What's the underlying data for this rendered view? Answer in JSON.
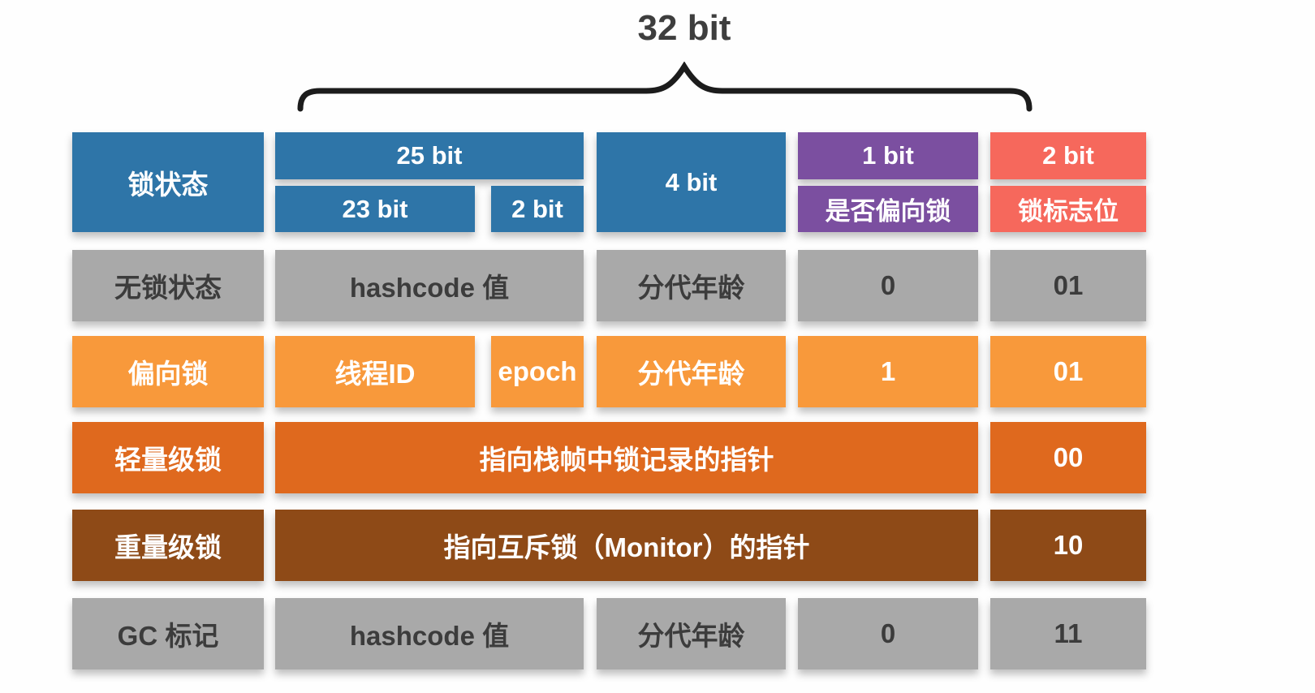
{
  "title": "32 bit",
  "header": {
    "lock_state": "锁状态",
    "bits_25": "25 bit",
    "bits_23": "23 bit",
    "bits_2": "2 bit",
    "bits_4": "4 bit",
    "bits_1": "1 bit",
    "biased_lock_label": "是否偏向锁",
    "flag_bits": "2 bit",
    "flag_label": "锁标志位"
  },
  "rows": [
    {
      "state": "无锁状态",
      "hashcode": "hashcode 值",
      "age": "分代年龄",
      "biased": "0",
      "flag": "01"
    },
    {
      "state": "偏向锁",
      "thread_id": "线程ID",
      "epoch": "epoch",
      "age": "分代年龄",
      "biased": "1",
      "flag": "01"
    },
    {
      "state": "轻量级锁",
      "pointer": "指向栈帧中锁记录的指针",
      "flag": "00"
    },
    {
      "state": "重量级锁",
      "pointer": "指向互斥锁（Monitor）的指针",
      "flag": "10"
    },
    {
      "state": "GC 标记",
      "hashcode": "hashcode 值",
      "age": "分代年龄",
      "biased": "0",
      "flag": "11"
    }
  ],
  "colors": {
    "header_blue": "#2E75A8",
    "biased_purple": "#7B4FA0",
    "flag_salmon": "#F6685C",
    "no_lock_gray": "#A9A9A9",
    "biased_orange": "#F8993B",
    "lightweight_orange": "#DF691E",
    "heavyweight_brown": "#8E4A17",
    "text_dark": "#3C3C3C",
    "brace_black": "#1C1C1C"
  }
}
